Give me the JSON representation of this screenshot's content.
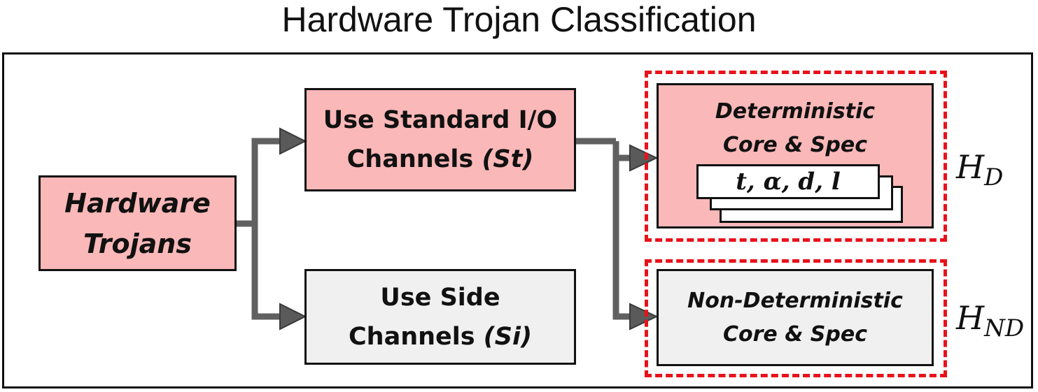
{
  "title": "Hardware Trojan Classification",
  "hardware_trojans": {
    "line1": "Hardware",
    "line2": "Trojans"
  },
  "standard_io": {
    "line1": "Use Standard I/O",
    "line2_plain": "Channels ",
    "line2_italic": "(St)"
  },
  "side_channels": {
    "line1": "Use Side",
    "line2_plain": "Channels ",
    "line2_italic": "(Si)"
  },
  "deterministic": {
    "line1": "Deterministic",
    "line2": "Core & Spec",
    "params": "t, α, d, l"
  },
  "non_deterministic": {
    "line1": "Non-Deterministic",
    "line2": "Core & Spec"
  },
  "labels": {
    "hd_base": "H",
    "hd_sub": "D",
    "hnd_base": "H",
    "hnd_sub": "ND"
  },
  "colors": {
    "pink_fill": "#fbb8b8",
    "grey_fill": "#f0f0f0",
    "dash_red": "#e8121b",
    "arrow_grey": "#6b6b6b"
  }
}
